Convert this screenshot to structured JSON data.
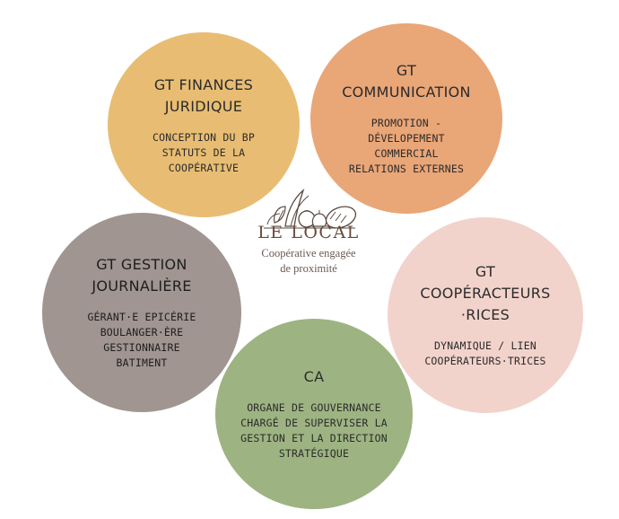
{
  "circles": {
    "finances": {
      "title": "GT FINANCES\nJURIDIQUE",
      "desc": "CONCEPTION DU BP\nSTATUTS DE LA\nCOOPÉRATIVE",
      "color": "#E8BD73"
    },
    "communication": {
      "title": "GT COMMUNICATION",
      "desc": "PROMOTION -\nDÉVELOPEMENT\nCOMMERCIAL\nRELATIONS EXTERNES",
      "color": "#E9A677"
    },
    "gestion": {
      "title": "GT GESTION\nJOURNALIÈRE",
      "desc": "GÉRANT·E EPICÉRIE\nBOULANGER·ÈRE\nGESTIONNAIRE\nBATIMENT",
      "color": "#A09590"
    },
    "cooperacteurs": {
      "title": "GT\nCOOPÉRACTEURS\n·RICES",
      "desc": "DYNAMIQUE / LIEN\nCOOPÉRATEURS·TRICES",
      "color": "#F2D3CB"
    },
    "ca": {
      "title": "CA",
      "desc": "ORGANE DE GOUVERNANCE\nCHARGÉ DE SUPERVISER LA\nGESTION ET LA DIRECTION\nSTRATÉGIQUE",
      "color": "#9DB482"
    }
  },
  "logo": {
    "brand": "LE LOCAL",
    "tagline": "Coopérative engagée\nde proximité",
    "icon": "produce-basket-icon"
  }
}
